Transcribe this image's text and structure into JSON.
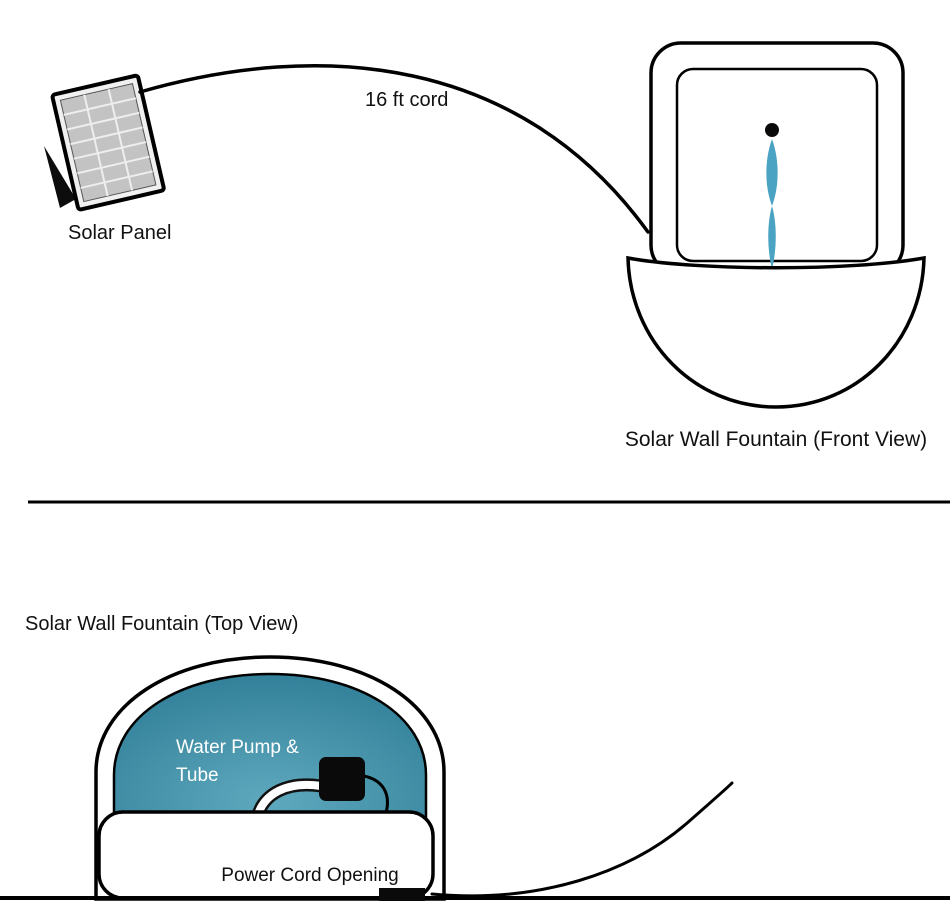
{
  "colors": {
    "teal_light": "#5FA9BE",
    "teal_dark": "#2E7D96",
    "water": "#4BA3C3",
    "line": "#000000",
    "panel_cell": "#c3c3c3",
    "panel_frame": "#f0f0f0"
  },
  "front_section": {
    "solar_panel_label": "Solar Panel",
    "cord_label": "16 ft cord",
    "caption": "Solar Wall Fountain (Front View)"
  },
  "top_section": {
    "caption": "Solar Wall Fountain (Top View)",
    "pump_label_line1": "Water Pump &",
    "pump_label_line2": "Tube",
    "opening_label": "Power Cord Opening"
  }
}
